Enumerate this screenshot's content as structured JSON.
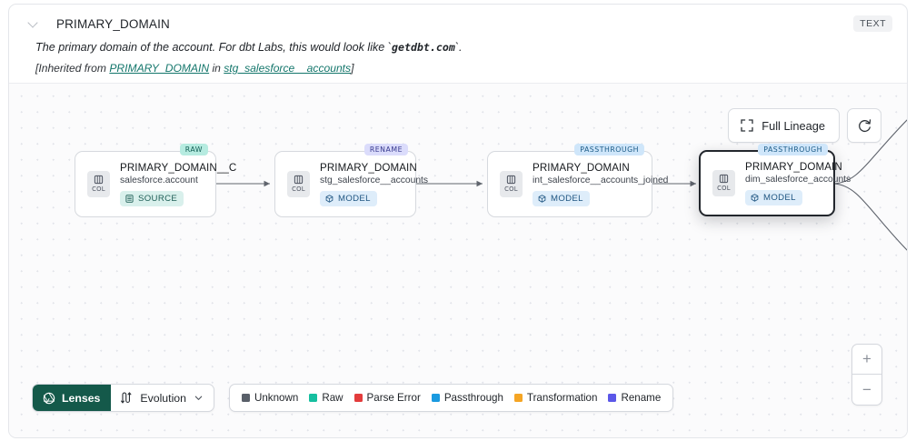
{
  "header": {
    "collapse_icon": "chevron-down-icon",
    "title": "PRIMARY_DOMAIN",
    "type_badge": "TEXT",
    "description_pre": "The primary domain of the account. For dbt Labs, this would look like `",
    "description_code": "getdbt.com",
    "description_post": "`.",
    "inherited_prefix": "[Inherited from ",
    "inherited_link_column": "PRIMARY_DOMAIN",
    "inherited_middle": " in ",
    "inherited_link_model": "stg_salesforce__accounts",
    "inherited_suffix": "]"
  },
  "canvas_controls": {
    "full_lineage_label": "Full Lineage",
    "full_lineage_icon": "expand-corners-icon",
    "refresh_icon": "refresh-icon",
    "zoom_in_label": "+",
    "zoom_out_label": "−"
  },
  "graph": {
    "nodes": [
      {
        "badge": "RAW",
        "badge_kind": "raw",
        "icon_label": "COL",
        "icon": "column-icon",
        "title": "PRIMARY_DOMAIN__C",
        "subtitle": "salesforce.account",
        "pill_label": "SOURCE",
        "pill_kind": "source",
        "pill_icon": "database-icon",
        "selected": false
      },
      {
        "badge": "RENAME",
        "badge_kind": "rename",
        "icon_label": "COL",
        "icon": "column-icon",
        "title": "PRIMARY_DOMAIN",
        "subtitle": "stg_salesforce__accounts",
        "pill_label": "MODEL",
        "pill_kind": "model",
        "pill_icon": "cube-icon",
        "selected": false
      },
      {
        "badge": "PASSTHROUGH",
        "badge_kind": "passthrough",
        "icon_label": "COL",
        "icon": "column-icon",
        "title": "PRIMARY_DOMAIN",
        "subtitle": "int_salesforce__accounts_joined",
        "pill_label": "MODEL",
        "pill_kind": "model",
        "pill_icon": "cube-icon",
        "selected": false
      },
      {
        "badge": "PASSTHROUGH",
        "badge_kind": "passthrough",
        "icon_label": "COL",
        "icon": "column-icon",
        "title": "PRIMARY_DOMAIN",
        "subtitle": "dim_salesforce_accounts",
        "pill_label": "MODEL",
        "pill_kind": "model",
        "pill_icon": "cube-icon",
        "selected": true
      }
    ]
  },
  "toolbar": {
    "lenses_label": "Lenses",
    "lenses_icon": "aperture-icon",
    "evolution_label": "Evolution",
    "evolution_icon": "evolution-icon",
    "evolution_caret": "chevron-down-icon"
  },
  "legend": {
    "items": [
      {
        "label": "Unknown",
        "color": "#595f69"
      },
      {
        "label": "Raw",
        "color": "#16bfa0"
      },
      {
        "label": "Parse Error",
        "color": "#e33c3c"
      },
      {
        "label": "Passthrough",
        "color": "#1a9ae0"
      },
      {
        "label": "Transformation",
        "color": "#f5a524"
      },
      {
        "label": "Rename",
        "color": "#5b57e8"
      }
    ]
  }
}
